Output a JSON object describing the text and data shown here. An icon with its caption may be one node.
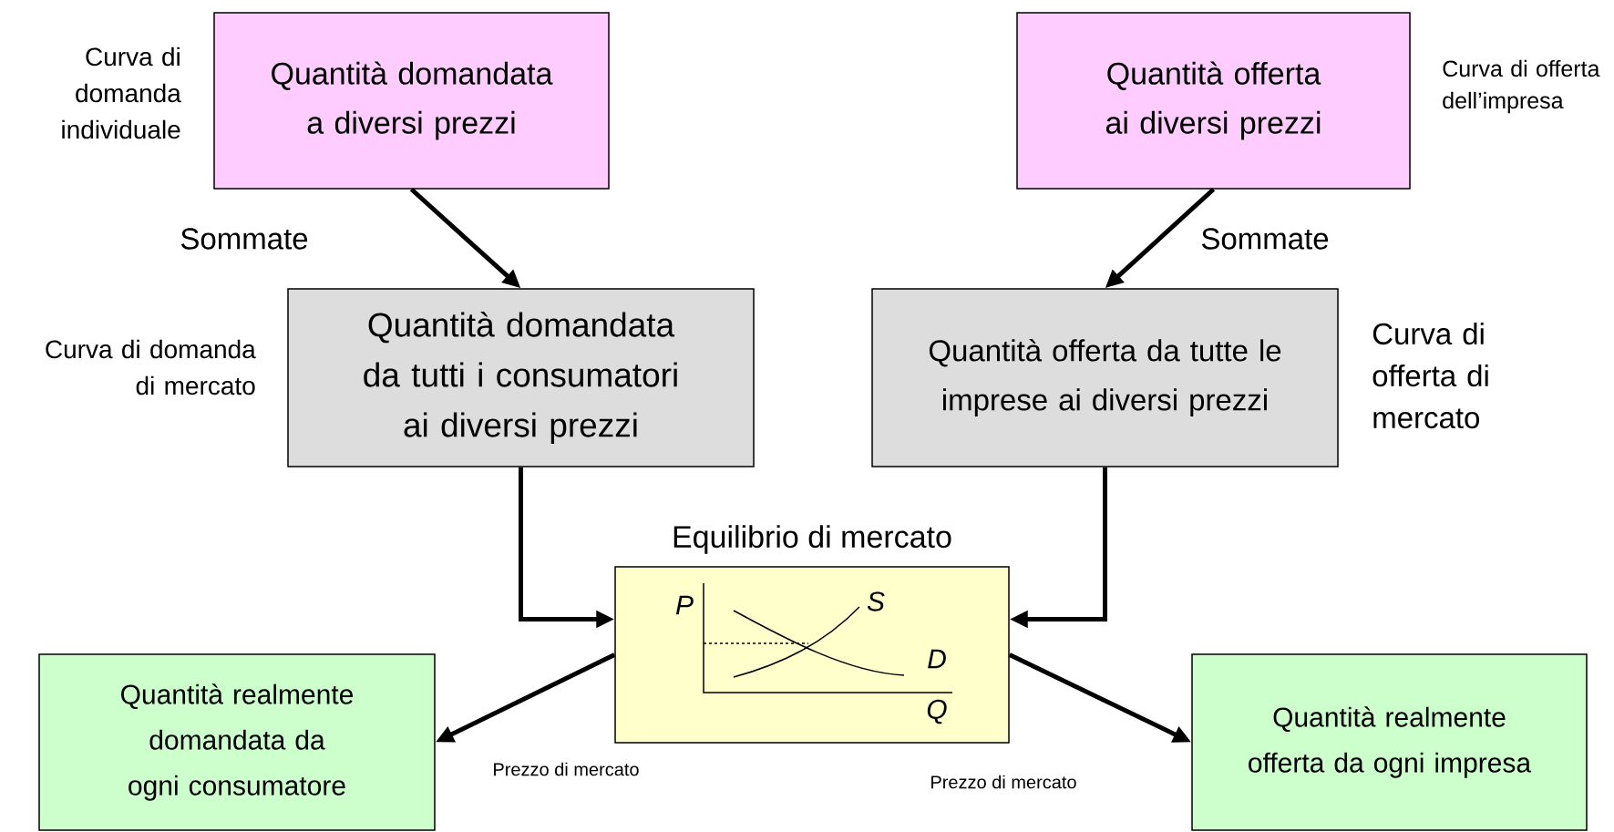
{
  "diagram": {
    "nodes": [
      {
        "text": [
          "Quantità domandata a diversi prezzi"
        ],
        "beside": [
          "Curva di domanda individuale"
        ]
      },
      {
        "text": [
          "Quantità offerta ai diversi prezzi"
        ],
        "beside": [
          "Curva di offerta dell’impresa"
        ]
      },
      {
        "text": [
          "Quantità domandata da tutti i consumatori ai diversi prezzi"
        ],
        "beside": [
          "Curva di domanda di mercato"
        ]
      },
      {
        "text": [
          "Quantità offerta da tutte le imprese ai diversi prezzi"
        ],
        "beside": [
          "Curva di offerta di mercato"
        ]
      },
      {
        "text": [
          "Equilibrio di mercato",
          "P",
          "S",
          "D",
          "Q"
        ]
      },
      {
        "text": [
          "Quantità realmente domandata da ogni consumatore"
        ]
      },
      {
        "text": [
          "Quantità realmente offerta da ogni impresa"
        ]
      }
    ],
    "edges": [
      {
        "from": 0,
        "to": 2,
        "arrow": "to",
        "label": "Sommate"
      },
      {
        "from": 1,
        "to": 3,
        "arrow": "to",
        "label": "Sommate"
      },
      {
        "from": 2,
        "to": 4,
        "arrow": "to"
      },
      {
        "from": 3,
        "to": 4,
        "arrow": "to"
      },
      {
        "from": 4,
        "to": 5,
        "arrow": "to",
        "label": "Prezzo di mercato"
      },
      {
        "from": 4,
        "to": 6,
        "arrow": "to",
        "label": "Prezzo di mercato"
      }
    ]
  }
}
